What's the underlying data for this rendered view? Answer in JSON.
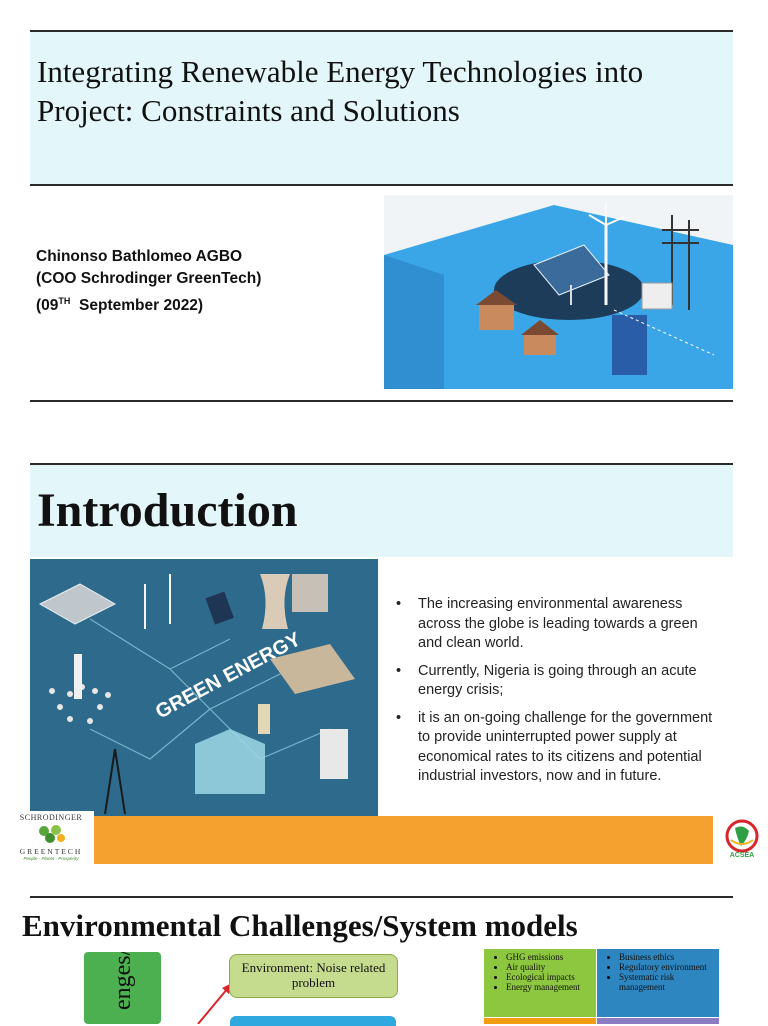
{
  "slide1": {
    "title": "Integrating Renewable Energy Technologies into Project: Constraints and Solutions",
    "author": "Chinonso Bathlomeo AGBO",
    "role": "(COO Schrodinger GreenTech)",
    "date_open": "(09",
    "date_sup": "TH",
    "date_rest": "September 2022)"
  },
  "slide2": {
    "title": "Introduction",
    "illustration_text": "GREEN ENERGY",
    "bullets": [
      "The increasing environmental awareness across the globe is leading towards a green and clean world.",
      "Currently, Nigeria is going through an acute energy crisis;",
      "it is an on-going challenge for the government to provide uninterrupted power supply at economical rates to its citizens and potential industrial investors, now and in future."
    ],
    "logo_left_top": "SCHRODINGER",
    "logo_left_bottom": "GREENTECH",
    "logo_left_tagline": "People · Planet · Prosperity",
    "logo_right": "ACSEA"
  },
  "slide3": {
    "title": "Environmental Challenges/System models",
    "left_box_text": "enges/",
    "noise_box": "Environment: Noise related problem",
    "grid_col1": [
      "GHG emissions",
      "Air quality",
      "Ecological impacts",
      "Energy management"
    ],
    "grid_col2": [
      "Business ethics",
      "Regulatory environment",
      "Systematic risk management"
    ]
  },
  "colors": {
    "title_bg": "#e3f6f9",
    "orange_bar": "#f4a12f",
    "green_box": "#4caf50",
    "noise_box": "#c5dc8e",
    "blue_box": "#2ea8df"
  }
}
